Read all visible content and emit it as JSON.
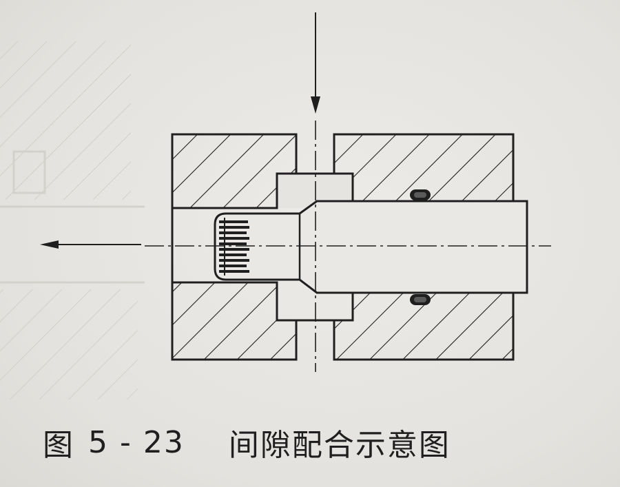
{
  "caption": {
    "figure_word": "图",
    "number": "5 - 23",
    "title": "间隙配合示意图"
  },
  "colors": {
    "ink": "#1f1f1f",
    "paper": "#e6e4e0",
    "ghost": "#c9c7c2"
  },
  "callouts": {
    "inlet_arrow": "down-arrow",
    "outlet_arrow": "left-arrow"
  }
}
